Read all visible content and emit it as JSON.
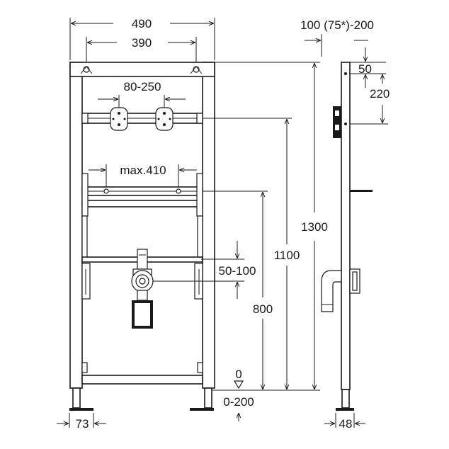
{
  "dimensions": {
    "overall_width": "490",
    "inner_width": "390",
    "feed_spacing": "80-250",
    "support_spacing": "max.410",
    "depth_range": "100 (75*)-200",
    "top_offset": "50",
    "feed_offset": "220",
    "total_height": "1300",
    "feed_height": "1100",
    "outlet_height": "800",
    "outlet_adjust": "50-100",
    "floor_zero": "0",
    "foot_height": "0-200",
    "foot_width": "73",
    "profile_depth": "48"
  },
  "colors": {
    "line": "#1a1a1a",
    "background": "#ffffff"
  }
}
